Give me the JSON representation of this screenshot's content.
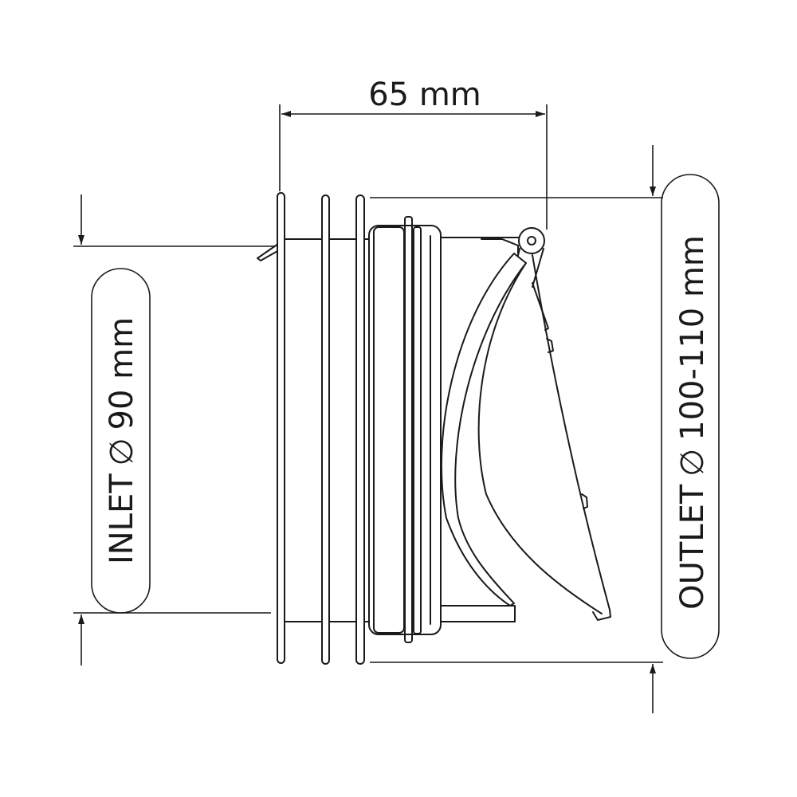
{
  "dimensions": {
    "length": "65 mm",
    "inlet": {
      "label": "INLET",
      "symbol": "∅",
      "value": "90 mm"
    },
    "outlet": {
      "label": "OUTLET",
      "symbol": "∅",
      "value": "100-110 mm"
    }
  },
  "colors": {
    "line": "#1a1a1a",
    "background": "#ffffff"
  }
}
